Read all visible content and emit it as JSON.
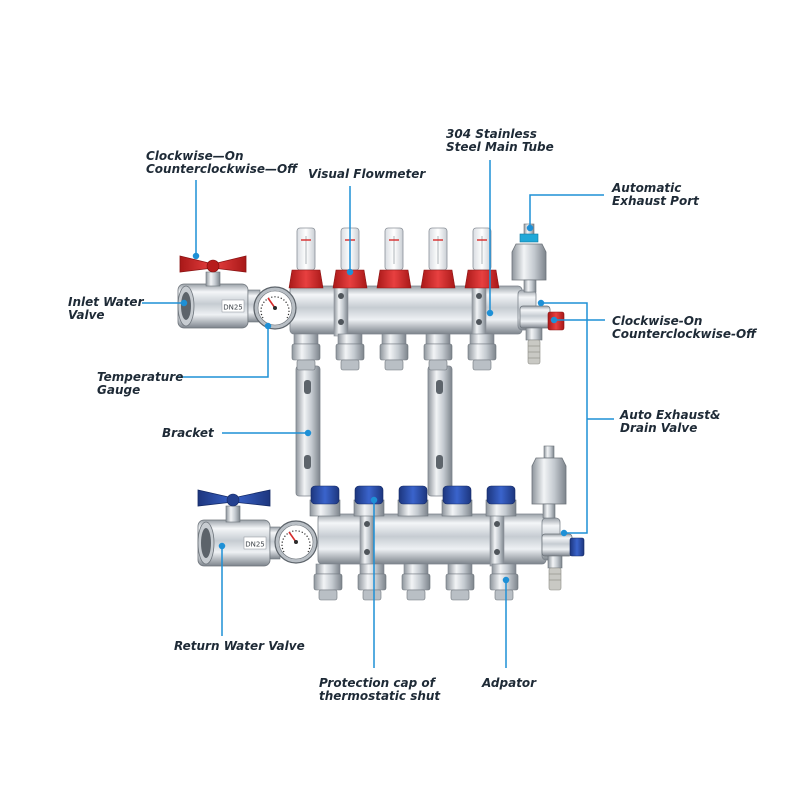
{
  "labels": {
    "top_red_valve": [
      "Clockwise—On",
      "Counterclockwise—Off"
    ],
    "visual_flowmeter": "Visual Flowmeter",
    "main_tube": [
      "304 Stainless",
      "Steel Main Tube"
    ],
    "exhaust_port": [
      "Automatic",
      "Exhaust Port"
    ],
    "inlet_valve": [
      "Inlet Water",
      "Valve"
    ],
    "right_valve": [
      "Clockwise-On",
      "Counterclockwise-Off"
    ],
    "temperature_gauge": [
      "Temperature",
      "Gauge"
    ],
    "auto_exhaust_drain": [
      "Auto Exhaust&",
      "Drain Valve"
    ],
    "bracket": "Bracket",
    "return_valve": "Return Water Valve",
    "protection_cap": [
      "Protection cap of",
      "thermostatic shut"
    ],
    "adaptor": "Adpator"
  },
  "valve_marking": "DN25",
  "colors": {
    "callout": "#1e90d6",
    "label_text": "#1e2a36",
    "supply_red": "#d62b2b",
    "return_blue": "#2a4fb0",
    "steel_light": "#eef1f4",
    "steel_dark": "#8a9098",
    "brass": "#c9c9c4"
  },
  "icons": [
    "red-butterfly-handle",
    "blue-butterfly-handle",
    "pressure-gauge",
    "flowmeter",
    "thermostatic-cap",
    "bleed-valve"
  ]
}
